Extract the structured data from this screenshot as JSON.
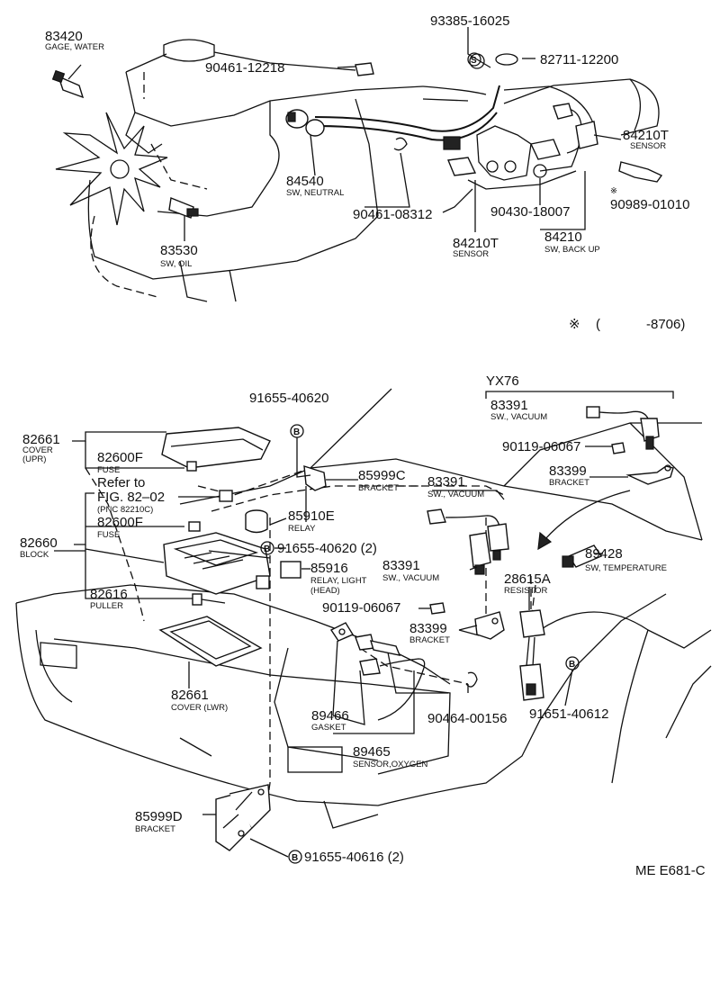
{
  "labels": {
    "p83420": {
      "num": "83420",
      "cap": "GAGE, WATER"
    },
    "p93385": {
      "num": "93385-16025"
    },
    "p82711": {
      "num": "82711-12200"
    },
    "p90461a": {
      "num": "90461-12218"
    },
    "p84210t_r": {
      "num": "84210T",
      "cap": "SENSOR"
    },
    "p84540": {
      "num": "84540",
      "cap": "SW, NEUTRAL"
    },
    "p90461b": {
      "num": "90461-08312"
    },
    "p90430": {
      "num": "90430-18007"
    },
    "p90989": {
      "num": "90989-01010",
      "mark": "※"
    },
    "p84210t_l": {
      "num": "84210T",
      "cap": "SENSOR"
    },
    "p84210": {
      "num": "84210",
      "cap": "SW, BACK UP"
    },
    "p83530": {
      "num": "83530",
      "cap": "SW, OIL"
    },
    "note": {
      "mark": "※",
      "open": "(",
      "range": "-8706)"
    },
    "yx76": {
      "text": "YX76"
    },
    "p83391a": {
      "num": "83391",
      "cap": "SW., VACUUM"
    },
    "p90119a": {
      "num": "90119-06067"
    },
    "p83399a": {
      "num": "83399",
      "cap": "BRACKET"
    },
    "p91655a": {
      "num": "91655-40620"
    },
    "p82661u": {
      "num": "82661",
      "cap": "COVER",
      "cap2": "(UPR)"
    },
    "p82600f1": {
      "num": "82600F",
      "cap": "FUSE"
    },
    "refer": {
      "line1": "Refer to",
      "line2": "FIG. 82–02",
      "cap": "(PNC 82210C)"
    },
    "p85999c": {
      "num": "85999C",
      "cap": "BRACKET"
    },
    "p83391b": {
      "num": "83391",
      "cap": "SW., VACUUM"
    },
    "p85910e": {
      "num": "85910E",
      "cap": "RELAY"
    },
    "p82600f2": {
      "num": "82600F",
      "cap": "FUSE"
    },
    "p82660": {
      "num": "82660",
      "cap": "BLOCK"
    },
    "p91655b": {
      "num": "91655-40620 (2)"
    },
    "p89428": {
      "num": "89428",
      "cap": "SW, TEMPERATURE"
    },
    "p85916": {
      "num": "85916",
      "cap": "RELAY, LIGHT",
      "cap2": "(HEAD)"
    },
    "p83391c": {
      "num": "83391",
      "cap": "SW., VACUUM"
    },
    "p28615a": {
      "num": "28615A",
      "cap": "RESISTOR"
    },
    "p82616": {
      "num": "82616",
      "cap": "PULLER"
    },
    "p90119b": {
      "num": "90119-06067"
    },
    "p83399b": {
      "num": "83399",
      "cap": "BRACKET"
    },
    "p82661l": {
      "num": "82661",
      "cap": "COVER (LWR)"
    },
    "p89466": {
      "num": "89466",
      "cap": "GASKET"
    },
    "p90464": {
      "num": "90464-00156"
    },
    "p91651": {
      "num": "91651-40612"
    },
    "p89465": {
      "num": "89465",
      "cap": "SENSOR,OXYGEN"
    },
    "p85999d": {
      "num": "85999D",
      "cap": "BRACKET"
    },
    "p91655c": {
      "num": "91655-40616 (2)"
    },
    "code": {
      "text": "ME E681-C"
    }
  },
  "symbols": {
    "s": "S",
    "b": "B"
  }
}
